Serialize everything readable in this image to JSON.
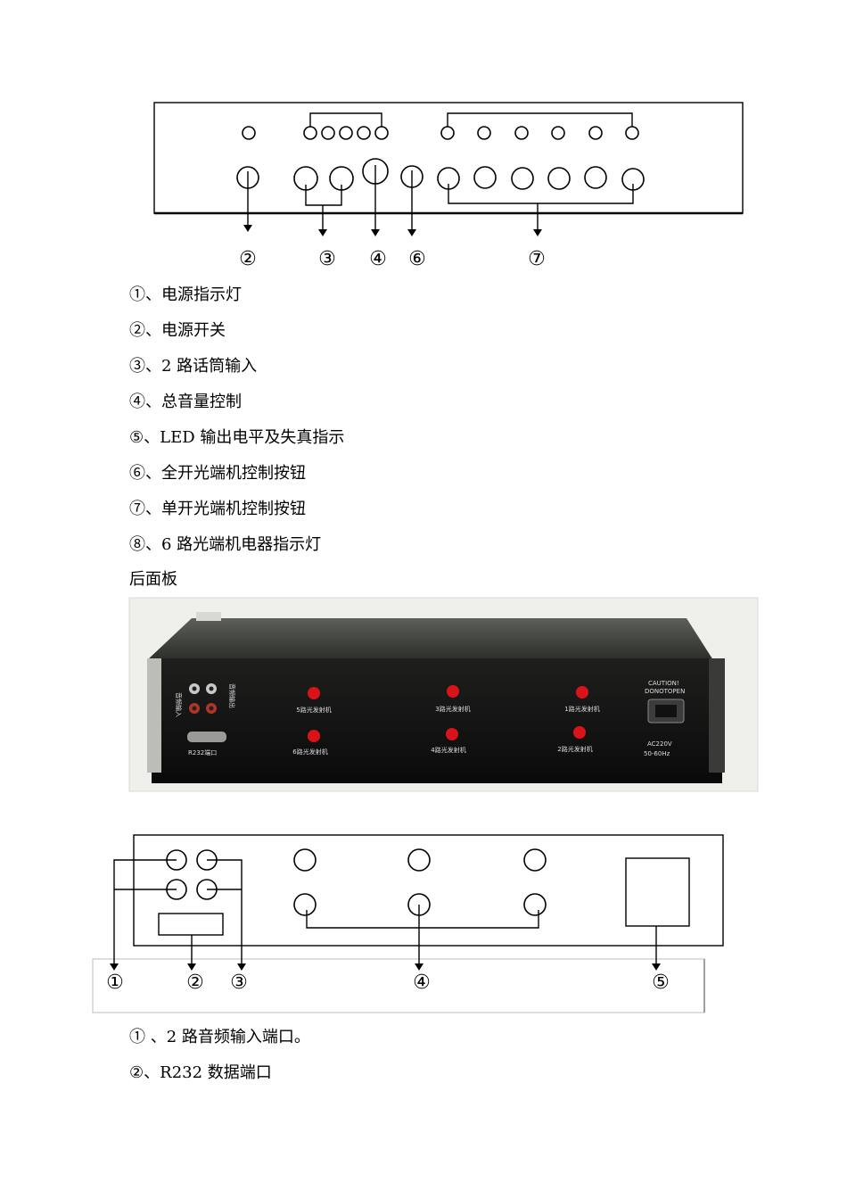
{
  "front_panel": {
    "callouts": [
      "②",
      "③",
      "④",
      "⑥",
      "⑦"
    ],
    "legend": [
      "①、电源指示灯",
      "②、电源开关",
      "③、2 路话筒输入",
      "④、总音量控制",
      "⑤、LED 输出电平及失真指示",
      "⑥、全开光端机控制按钮",
      "⑦、单开光端机控制按钮",
      "⑧、6 路光端机电器指示灯"
    ]
  },
  "rear_panel": {
    "heading": "后面板",
    "photo_labels": {
      "audio_in": "音频输入",
      "audio_out": "音频输出",
      "rs232": "R232端口",
      "btn_top": [
        "5路光发射机",
        "3路光发射机",
        "1路光发射机"
      ],
      "btn_bottom": [
        "6路光发射机",
        "4路光发射机",
        "2路光发射机"
      ],
      "caution": [
        "CAUTION!",
        "DONOTOPEN"
      ],
      "power": [
        "AC220V",
        "50-60Hz"
      ]
    },
    "callouts": [
      "①",
      "②",
      "③",
      "④",
      "⑤"
    ],
    "legend": [
      "① 、2 路音频输入端口。",
      "②、R232 数据端口"
    ]
  }
}
